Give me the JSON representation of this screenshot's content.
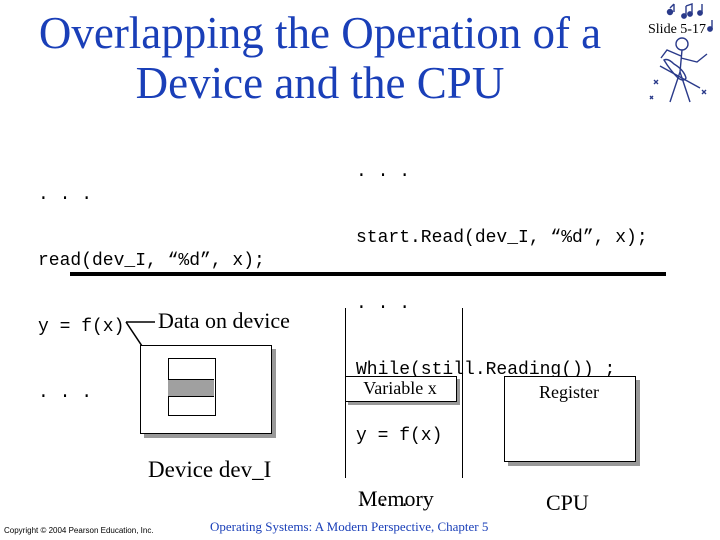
{
  "slide": {
    "title_line1": "Overlapping the Operation of a",
    "title_line2": "Device and the CPU",
    "slide_number": "Slide 5-17"
  },
  "code": {
    "left_lines": [
      ". . .",
      "read(dev_I, “%d”, x);",
      "y = f(x)",
      ". . ."
    ],
    "right_lines": [
      ". . .",
      "start.Read(dev_I, “%d”, x);",
      ". . .",
      "While(still.Reading()) ;",
      "y = f(x)",
      ". . ."
    ]
  },
  "diagram": {
    "data_label": "Data on device",
    "device_label": "Device dev_I",
    "variable_label": "Variable x",
    "memory_label": "Memory",
    "register_label": "Register",
    "cpu_label": "CPU"
  },
  "footer": {
    "copyright": "Copyright © 2004 Pearson Education, Inc.",
    "book": "Operating Systems: A Modern Perspective, Chapter 5"
  },
  "colors": {
    "title": "#1a3fb8",
    "shadow": "#999999",
    "buffer_fill": "#a0a0a0"
  },
  "icons": [
    "musician-logo-icon"
  ]
}
